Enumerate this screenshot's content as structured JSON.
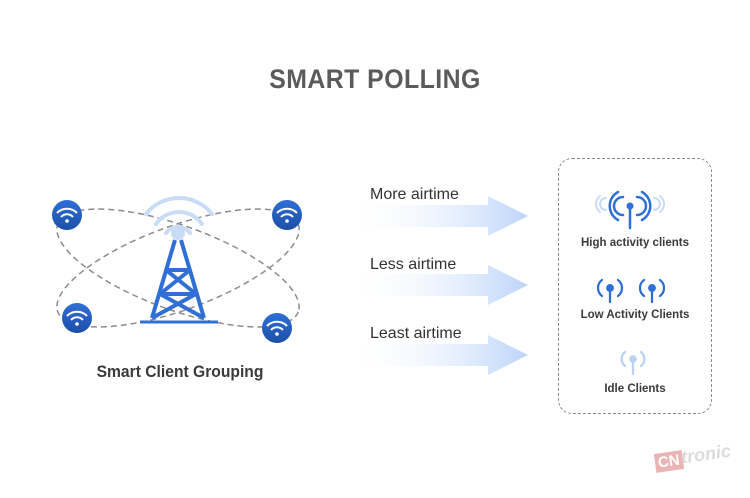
{
  "title": "SMART POLLING",
  "left_caption": "Smart Client Grouping",
  "arrows": [
    {
      "label": "More airtime"
    },
    {
      "label": "Less airtime"
    },
    {
      "label": "Least airtime"
    }
  ],
  "panel": {
    "groups": [
      {
        "label": "High activity clients",
        "icon": "broadcast-antenna-icon"
      },
      {
        "label": "Low Activity Clients",
        "icon": "antenna-pair-icon"
      },
      {
        "label": "Idle Clients",
        "icon": "faded-antenna-icon"
      }
    ]
  },
  "watermark": {
    "part1": "CN",
    "part2": "tronic"
  },
  "colors": {
    "accent_blue": "#2f6fd6",
    "light_blue": "#b9d3f5",
    "dark_blue": "#1d4fa8",
    "title_gray": "#5b5b5b",
    "arrow_fill": "#cfe0fb"
  }
}
